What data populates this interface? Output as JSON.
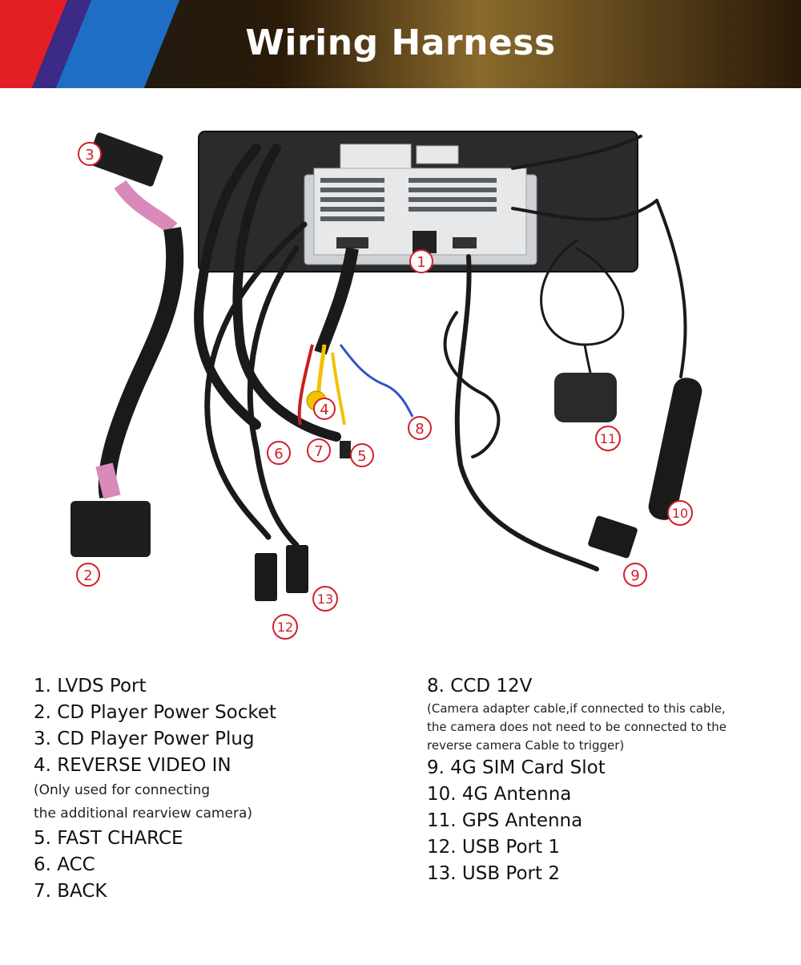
{
  "header": {
    "title": "Wiring Harness"
  },
  "callouts": [
    "1",
    "2",
    "3",
    "4",
    "5",
    "6",
    "7",
    "8",
    "9",
    "10",
    "11",
    "12",
    "13"
  ],
  "legend_left": {
    "items": [
      {
        "label": "1. LVDS Port"
      },
      {
        "label": "2. CD Player Power Socket"
      },
      {
        "label": "3. CD Player Power Plug"
      },
      {
        "label": "4. REVERSE VIDEO IN",
        "note": [
          "(Only used for connecting",
          "the additional rearview camera)"
        ]
      },
      {
        "label": "5. FAST CHARCE"
      },
      {
        "label": "6. ACC"
      },
      {
        "label": "7. BACK"
      }
    ]
  },
  "legend_right": {
    "items": [
      {
        "label": "8. CCD 12V",
        "note": [
          "(Camera adapter cable,if connected to this cable,",
          "the camera does not need to be connected to the",
          "reverse camera Cable to trigger)"
        ]
      },
      {
        "label": "9. 4G SIM Card Slot"
      },
      {
        "label": "10. 4G Antenna"
      },
      {
        "label": "11. GPS Antenna"
      },
      {
        "label": "12. USB Port 1"
      },
      {
        "label": "13. USB Port 2"
      }
    ]
  },
  "colors": {
    "callout": "#d0202a",
    "cable": "#1a1a1a",
    "pink_wire": "#d98ab8",
    "yellow_wire": "#f2c200",
    "blue_wire": "#2a55c8",
    "red_wire": "#c81e1e"
  }
}
